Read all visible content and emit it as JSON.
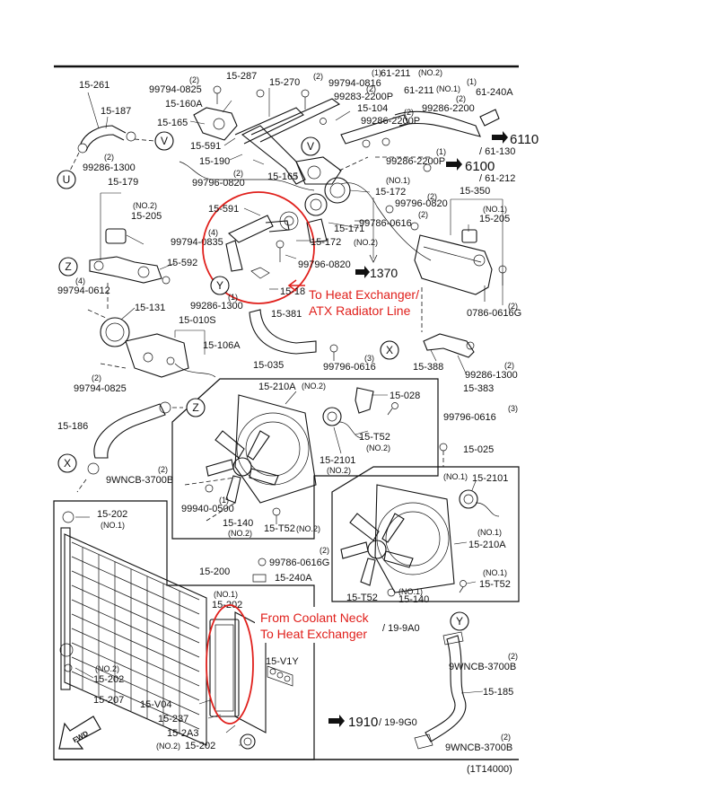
{
  "notes": {
    "note1_line1": "To Heat Exchanger/",
    "note1_line2": "ATX Radiator Line",
    "note2_line1": "From Coolant Neck",
    "note2_line2": "To Heat Exchanger"
  },
  "figure_code": "(1T14000)",
  "callouts": [
    "V",
    "U",
    "Z",
    "Y",
    "X",
    "Z",
    "X",
    "V",
    "Y"
  ],
  "refs": {
    "r6110": "6110",
    "r6110sub": "/ 61-130",
    "r6100": "6100",
    "r6100sub": "/ 61-212",
    "r1370": "1370",
    "r1910": "1910",
    "r1910sub": "/ 19-9G0",
    "r19a0": "/ 19-9A0"
  },
  "labels": {
    "l15_261": "15-261",
    "l15_187": "15-187",
    "l99286_1300_a_q": "(2)",
    "l99286_1300_a": "99286-1300",
    "l15_179": "15-179",
    "l15_205_a_q": "(NO.2)",
    "l15_205_a": "15-205",
    "l99794_0835_q": "(4)",
    "l99794_0835": "99794-0835",
    "l15_592": "15-592",
    "l99794_0612_q": "(4)",
    "l99794_0612": "99794-0612",
    "l15_131": "15-131",
    "l15_010s": "15-010S",
    "l15_106a": "15-106A",
    "l99794_0825b_q": "(2)",
    "l99794_0825b": "99794-0825",
    "l99794_0825a_q": "(2)",
    "l99794_0825a": "99794-0825",
    "l15_160a": "15-160A",
    "l15_165a": "15-165",
    "l15_591a": "15-591",
    "l15_190": "15-190",
    "l99796_0820a_q": "(2)",
    "l99796_0820a": "99796-0820",
    "l15_287": "15-287",
    "l15_270": "15-270",
    "l99794_0816_q": "(2)",
    "l99794_0816": "99794-0816",
    "l99283_2200p_q": "(2)",
    "l99283_2200p": "99283-2200P",
    "l15_104": "15-104",
    "l99286_2200p_a_q": "(2)",
    "l99286_2200p_a": "99286-2200P",
    "l61_211a_q": "(1)",
    "l61_211a": "61-211",
    "l61_211a_no": "(NO.2)",
    "l61_211b": "61-211",
    "l61_211b_no": "(NO.1)",
    "l61_240a_q": "(1)",
    "l61_240a": "61-240A",
    "l99286_2200_q": "(2)",
    "l99286_2200": "99286-2200",
    "l99286_2200p_b_q": "(1)",
    "l99286_2200p_b": "99286-2200P",
    "l15_165b": "15-165",
    "l15_172a_no": "(NO.1)",
    "l15_172a": "15-172",
    "l99796_0820b_q": "(2)",
    "l99796_0820b": "99796-0820",
    "l15_591b": "15-591",
    "l15_171": "15-171",
    "l99786_0616a_q": "(2)",
    "l99786_0616a": "99786-0616",
    "l15_172b": "15-172",
    "l15_172b_no": "(NO.2)",
    "l99796_0820c": "99796-0820",
    "l15_18x": "15-18",
    "l99286_1300_b_q": "(1)",
    "l99286_1300_b": "99286-1300",
    "l15_381": "15-381",
    "l15_350": "15-350",
    "l15_205_b_q": "(NO.1)",
    "l15_205_b": "15-205",
    "l0786_0616g_q": "(2)",
    "l0786_0616g": "0786-0616G",
    "l99796_0616a_q": "(3)",
    "l99796_0616a": "99796-0616",
    "l15_388": "15-388",
    "l99286_1300_c_q": "(2)",
    "l99286_1300_c": "99286-1300",
    "l15_383": "15-383",
    "l15_035": "15-035",
    "l15_210a_a": "15-210A",
    "l15_210a_a_no": "(NO.2)",
    "l15_028": "15-028",
    "l15_t52_a": "15-T52",
    "l15_t52_a_no": "(NO.2)",
    "l15_2101_a": "15-2101",
    "l15_2101_a_no": "(NO.2)",
    "l15_186": "15-186",
    "l9wncb_a_q": "(2)",
    "l9wncb_a": "9WNCB-3700B",
    "l99940_0500_q": "(1)",
    "l99940_0500": "99940-0500",
    "l15_140a": "15-140",
    "l15_140a_no": "(NO.2)",
    "l15_t52_b": "15-T52",
    "l15_t52_b_no": "(NO.2)",
    "l99796_0616b_q": "(3)",
    "l99796_0616b": "99796-0616",
    "l15_025": "15-025",
    "l15_2101_b_no": "(NO.1)",
    "l15_2101_b": "15-2101",
    "l15_210a_b_no": "(NO.1)",
    "l15_210a_b": "15-210A",
    "l15_t52_c_no": "(NO.1)",
    "l15_t52_c": "15-T52",
    "l15_t52_d": "15-T52",
    "l15_140b_no": "(NO.1)",
    "l15_140b": "15-140",
    "l15_202a": "15-202",
    "l15_202a_no": "(NO.1)",
    "l99786_0616g_q": "(2)",
    "l99786_0616g": "99786-0616G",
    "l15_240a": "15-240A",
    "l15_200": "15-200",
    "l15_202b_no": "(NO.1)",
    "l15_202b": "15-202",
    "l15_202c_no": "(NO.2)",
    "l15_202c": "15-202",
    "l15_207": "15-207",
    "l15_v1y": "15-V1Y",
    "l15_v04": "15-V04",
    "l15_237": "15-237",
    "l15_2a3": "15-2A3",
    "l15_202d_no": "(NO.2)",
    "l15_202d": "15-202",
    "l9wncb_b_q": "(2)",
    "l9wncb_b": "9WNCB-3700B",
    "l15_185": "15-185",
    "l9wncb_c_q": "(2)",
    "l9wncb_c": "9WNCB-3700B"
  },
  "icons": {
    "fwd": "FWD",
    "fwd_icon": "forward-arrow-icon"
  },
  "colors": {
    "annotation_red": "#e0201c",
    "ink": "#111111"
  }
}
